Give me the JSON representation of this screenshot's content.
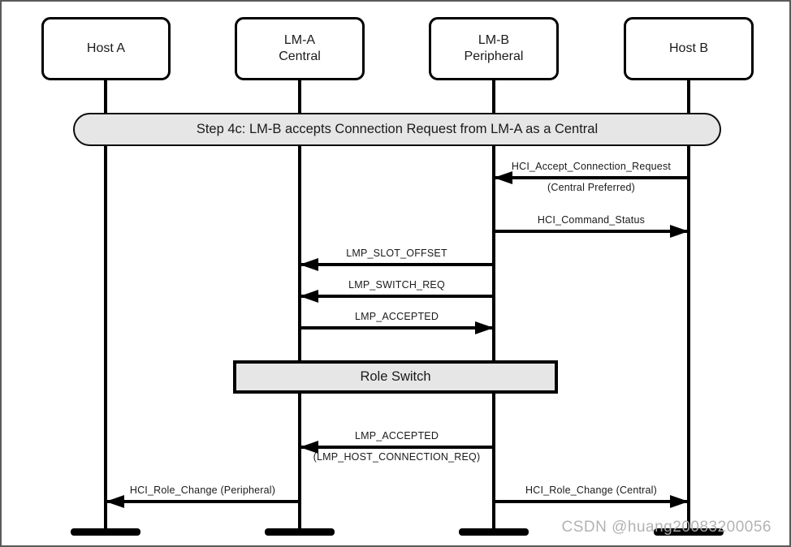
{
  "banner": {
    "label": "Step 4c: LM-B accepts Connection Request from LM-A as a Central"
  },
  "role_switch": {
    "label": "Role Switch"
  },
  "actors": [
    {
      "name": "Host A"
    },
    {
      "name": "LM-A",
      "role": "Central"
    },
    {
      "name": "LM-B",
      "role": "Peripheral"
    },
    {
      "name": "Host B"
    }
  ],
  "messages": [
    {
      "label": "HCI_Accept_Connection_Request",
      "sublabel": "(Central Preferred)",
      "from": "Host B",
      "to": "LM-B",
      "direction": "left"
    },
    {
      "label": "HCI_Command_Status",
      "from": "LM-B",
      "to": "Host B",
      "direction": "right"
    },
    {
      "label": "LMP_SLOT_OFFSET",
      "from": "LM-B",
      "to": "LM-A",
      "direction": "left"
    },
    {
      "label": "LMP_SWITCH_REQ",
      "from": "LM-B",
      "to": "LM-A",
      "direction": "left"
    },
    {
      "label": "LMP_ACCEPTED",
      "from": "LM-A",
      "to": "LM-B",
      "direction": "right"
    },
    {
      "label": "LMP_ACCEPTED",
      "sublabel": "(LMP_HOST_CONNECTION_REQ)",
      "from": "LM-B",
      "to": "LM-A",
      "direction": "left"
    },
    {
      "label": "HCI_Role_Change (Peripheral)",
      "from": "LM-A",
      "to": "Host A",
      "direction": "left"
    },
    {
      "label": "HCI_Role_Change (Central)",
      "from": "LM-B",
      "to": "Host B",
      "direction": "right"
    }
  ],
  "watermark": "CSDN @huang20083200056",
  "colors": {
    "line": "#000000",
    "box_fill": "#ffffff",
    "banner_fill": "#e6e6e6",
    "text": "#1a1a1a",
    "watermark": "#afafaf"
  }
}
